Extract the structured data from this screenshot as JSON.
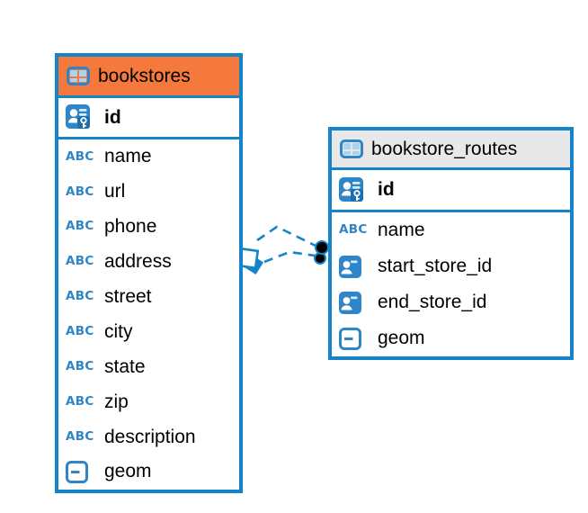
{
  "diagram": {
    "colors": {
      "accent_blue": "#1585C8",
      "icon_blue": "#2E86C8",
      "icon_light_blue": "#A9D4EF",
      "icon_pale_blue": "#D6EBF8",
      "key_badge_blue": "#1B6FB0",
      "bookstores_header": "#F5793D",
      "routes_header": "#E8E8E8",
      "line": "#1585C8",
      "dot": "#000000",
      "background": "#FFFFFF"
    },
    "tables": [
      {
        "title": "bookstores",
        "header_color": "#F5793D",
        "header_icon": "table-icon",
        "columns": [
          {
            "name": "id",
            "type_icon": "primary-key",
            "primary": true
          },
          {
            "name": "name",
            "type_icon": "text"
          },
          {
            "name": "url",
            "type_icon": "text"
          },
          {
            "name": "phone",
            "type_icon": "text"
          },
          {
            "name": "address",
            "type_icon": "text"
          },
          {
            "name": "street",
            "type_icon": "text"
          },
          {
            "name": "city",
            "type_icon": "text"
          },
          {
            "name": "state",
            "type_icon": "text"
          },
          {
            "name": "zip",
            "type_icon": "text"
          },
          {
            "name": "description",
            "type_icon": "text"
          },
          {
            "name": "geom",
            "type_icon": "geometry"
          }
        ]
      },
      {
        "title": "bookstore_routes",
        "header_color": "#E8E8E8",
        "header_icon": "table-icon",
        "columns": [
          {
            "name": "id",
            "type_icon": "primary-key",
            "primary": true
          },
          {
            "name": "name",
            "type_icon": "text"
          },
          {
            "name": "start_store_id",
            "type_icon": "reference"
          },
          {
            "name": "end_store_id",
            "type_icon": "reference"
          },
          {
            "name": "geom",
            "type_icon": "geometry"
          }
        ]
      }
    ],
    "relationships": [
      {
        "from_table": "bookstores",
        "from_column": "id",
        "to_table": "bookstore_routes",
        "to_column": "start_store_id",
        "style": "dashed"
      },
      {
        "from_table": "bookstores",
        "from_column": "id",
        "to_table": "bookstore_routes",
        "to_column": "end_store_id",
        "style": "dashed"
      }
    ]
  }
}
